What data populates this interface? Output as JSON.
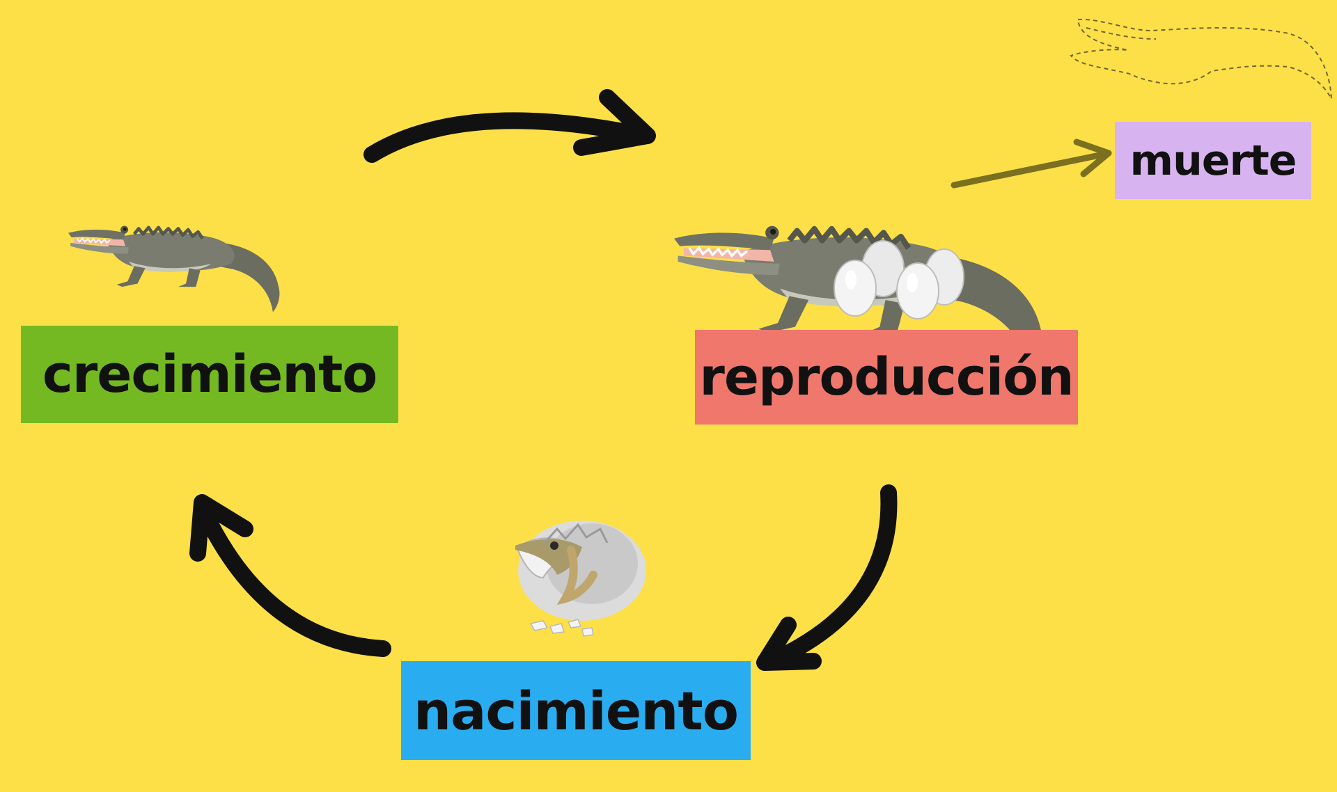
{
  "stages": {
    "growth": {
      "label": "crecimiento",
      "color": "#74b922",
      "icon": "adult-crocodile"
    },
    "reproduction": {
      "label": "reproducción",
      "color": "#f0776c",
      "icon": "crocodile-with-eggs"
    },
    "birth": {
      "label": "nacimiento",
      "color": "#29adf0",
      "icon": "hatching-egg"
    },
    "death": {
      "label": "muerte",
      "color": "#d7b4f0",
      "icon": "dashed-crocodile-outline"
    }
  },
  "colors": {
    "background": "#fde047",
    "cycle_arrow": "#111111",
    "death_arrow": "#7a7020"
  }
}
